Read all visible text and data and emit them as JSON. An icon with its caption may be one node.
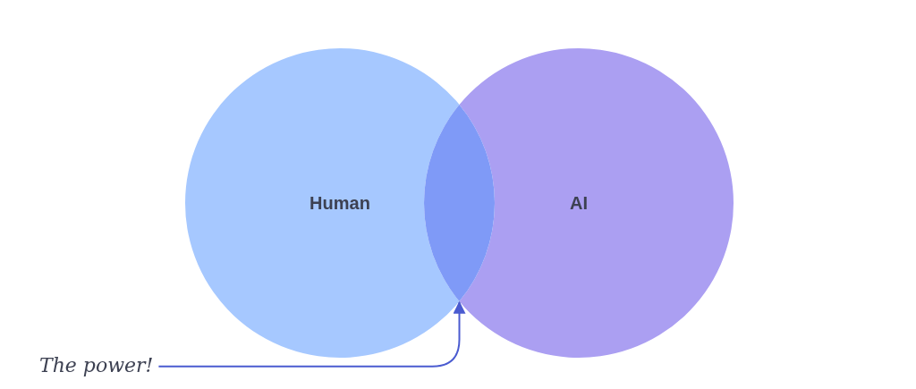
{
  "diagram": {
    "nodes": [
      {
        "text": [
          "Human"
        ]
      },
      {
        "text": [
          "AI"
        ]
      },
      {
        "text": [
          "The power!"
        ]
      },
      {
        "text": [],
        "shape": "lens"
      }
    ],
    "edges": [
      {
        "from": 2,
        "to": 3,
        "arrow": "to"
      }
    ]
  }
}
